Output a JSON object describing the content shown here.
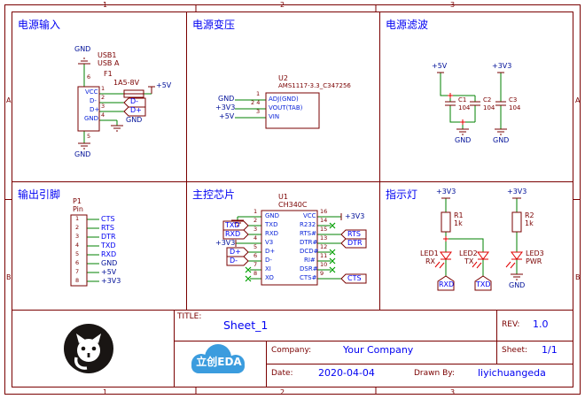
{
  "frame": {
    "cols": [
      "1",
      "2",
      "3"
    ],
    "rows": [
      "A",
      "B"
    ]
  },
  "s1": {
    "title": "电源输入",
    "usb_ref": "USB1",
    "usb_val": "USB A",
    "fuse_ref": "F1",
    "fuse_val": "1A5-8V",
    "pin_names": [
      "VCC",
      "D-",
      "D+",
      "GND"
    ],
    "pin_nums": [
      "1",
      "2",
      "3",
      "4"
    ],
    "shield_nums": [
      "6",
      "5"
    ],
    "gnd_top": "GND",
    "gnd_bot": "GND",
    "gnd_right": "GND",
    "p5v": "+5V",
    "dm": "D-",
    "dp": "D+"
  },
  "s2": {
    "title": "电源变压",
    "ref": "U2",
    "val": "AMS1117-3.3_C347256",
    "pin_names": [
      "ADJ(GND)",
      "VOUT(TAB)",
      "VIN"
    ],
    "pin_nums": [
      "1",
      "2 4",
      "3"
    ],
    "nets": [
      "GND",
      "+3V3",
      "+5V"
    ]
  },
  "s3": {
    "title": "电源滤波",
    "caps": [
      {
        "ref": "C1",
        "val": "104"
      },
      {
        "ref": "C2",
        "val": "104"
      },
      {
        "ref": "C3",
        "val": "104"
      }
    ],
    "p5v": "+5V",
    "p3v3": "+3V3",
    "gnd1": "GND",
    "gnd2": "GND"
  },
  "s4": {
    "title": "输出引脚",
    "ref": "P1",
    "val": "Pin",
    "pin_nums": [
      "1",
      "2",
      "3",
      "4",
      "5",
      "6",
      "7",
      "8"
    ],
    "nets": [
      "CTS",
      "RTS",
      "DTR",
      "TXD",
      "RXD",
      "GND",
      "+5V",
      "+3V3"
    ]
  },
  "s5": {
    "title": "主控芯片",
    "ref": "U1",
    "val": "CH340C",
    "left_nums": [
      "1",
      "2",
      "3",
      "4",
      "5",
      "6",
      "7",
      "8"
    ],
    "left_names": [
      "GND",
      "TXD",
      "RXD",
      "V3",
      "D+",
      "D-",
      "XI",
      "XO"
    ],
    "right_nums": [
      "16",
      "14",
      "15",
      "13",
      "12",
      "11",
      "10",
      "9"
    ],
    "right_names": [
      "VCC",
      "R232",
      "RTS#",
      "DTR#",
      "DCD#",
      "RI#",
      "DSR#",
      "CTS#"
    ],
    "net_txd": "TXD",
    "net_rxd": "RXD",
    "net_p3v3_l": "+3V3",
    "net_dp": "D+",
    "net_dm": "D-",
    "net_p3v3_r": "+3V3",
    "net_rts": "RTS",
    "net_dtr": "DTR",
    "net_cts": "CTS"
  },
  "s6": {
    "title": "指示灯",
    "r1_ref": "R1",
    "r1_val": "1k",
    "r2_ref": "R2",
    "r2_val": "1k",
    "led1_ref": "LED1",
    "led1_val": "RX",
    "led2_ref": "LED2",
    "led2_val": "TX",
    "led3_ref": "LED3",
    "led3_val": "PWR",
    "p3v3_1": "+3V3",
    "p3v3_2": "+3V3",
    "rxd": "RXD",
    "txd": "TXD",
    "gnd": "GND"
  },
  "tb": {
    "title_label": "TITLE:",
    "title": "Sheet_1",
    "rev_label": "REV:",
    "rev": "1.0",
    "company_label": "Company:",
    "company": "Your Company",
    "sheet_label": "Sheet:",
    "sheet": "1/1",
    "date_label": "Date:",
    "date": "2020-04-04",
    "drawn_label": "Drawn By:",
    "drawn": "liyichuangeda",
    "logo_text": "立创EDA"
  }
}
